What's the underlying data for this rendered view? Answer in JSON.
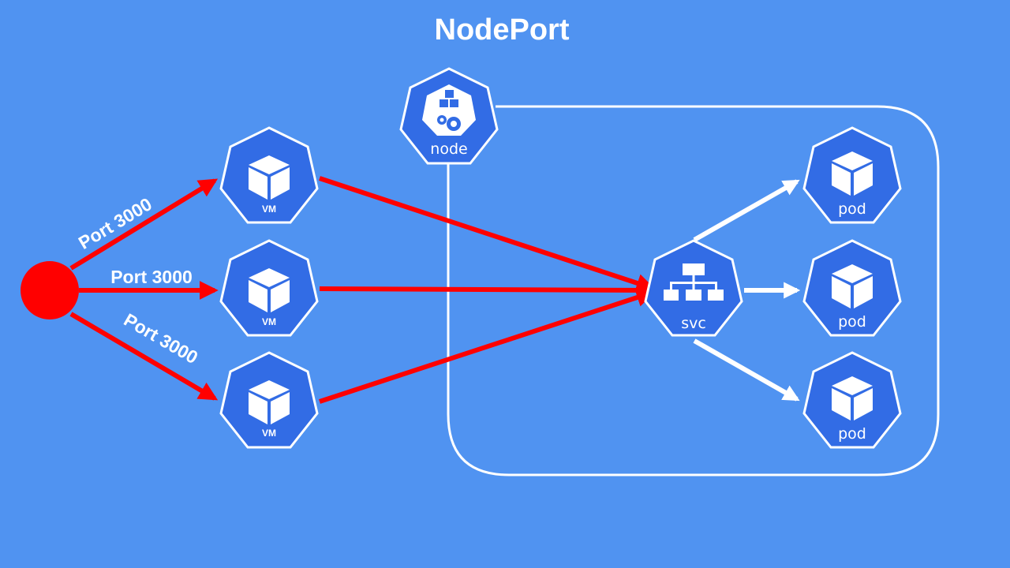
{
  "title": "NodePort",
  "client": {
    "color": "#ff0000"
  },
  "colors": {
    "background": "#5093f1",
    "node_fill": "#326ce5",
    "traffic": "#ff0000",
    "internal": "#ffffff"
  },
  "port_labels": [
    "Port 3000",
    "Port 3000",
    "Port 3000"
  ],
  "vms": [
    {
      "label": "VM",
      "icon": "cube-icon"
    },
    {
      "label": "VM",
      "icon": "cube-icon"
    },
    {
      "label": "VM",
      "icon": "cube-icon"
    }
  ],
  "node": {
    "label": "node",
    "icon": "node-cubes-gears-icon"
  },
  "service": {
    "label": "svc",
    "icon": "network-tree-icon"
  },
  "pods": [
    {
      "label": "pod",
      "icon": "cube-icon"
    },
    {
      "label": "pod",
      "icon": "cube-icon"
    },
    {
      "label": "pod",
      "icon": "cube-icon"
    }
  ]
}
